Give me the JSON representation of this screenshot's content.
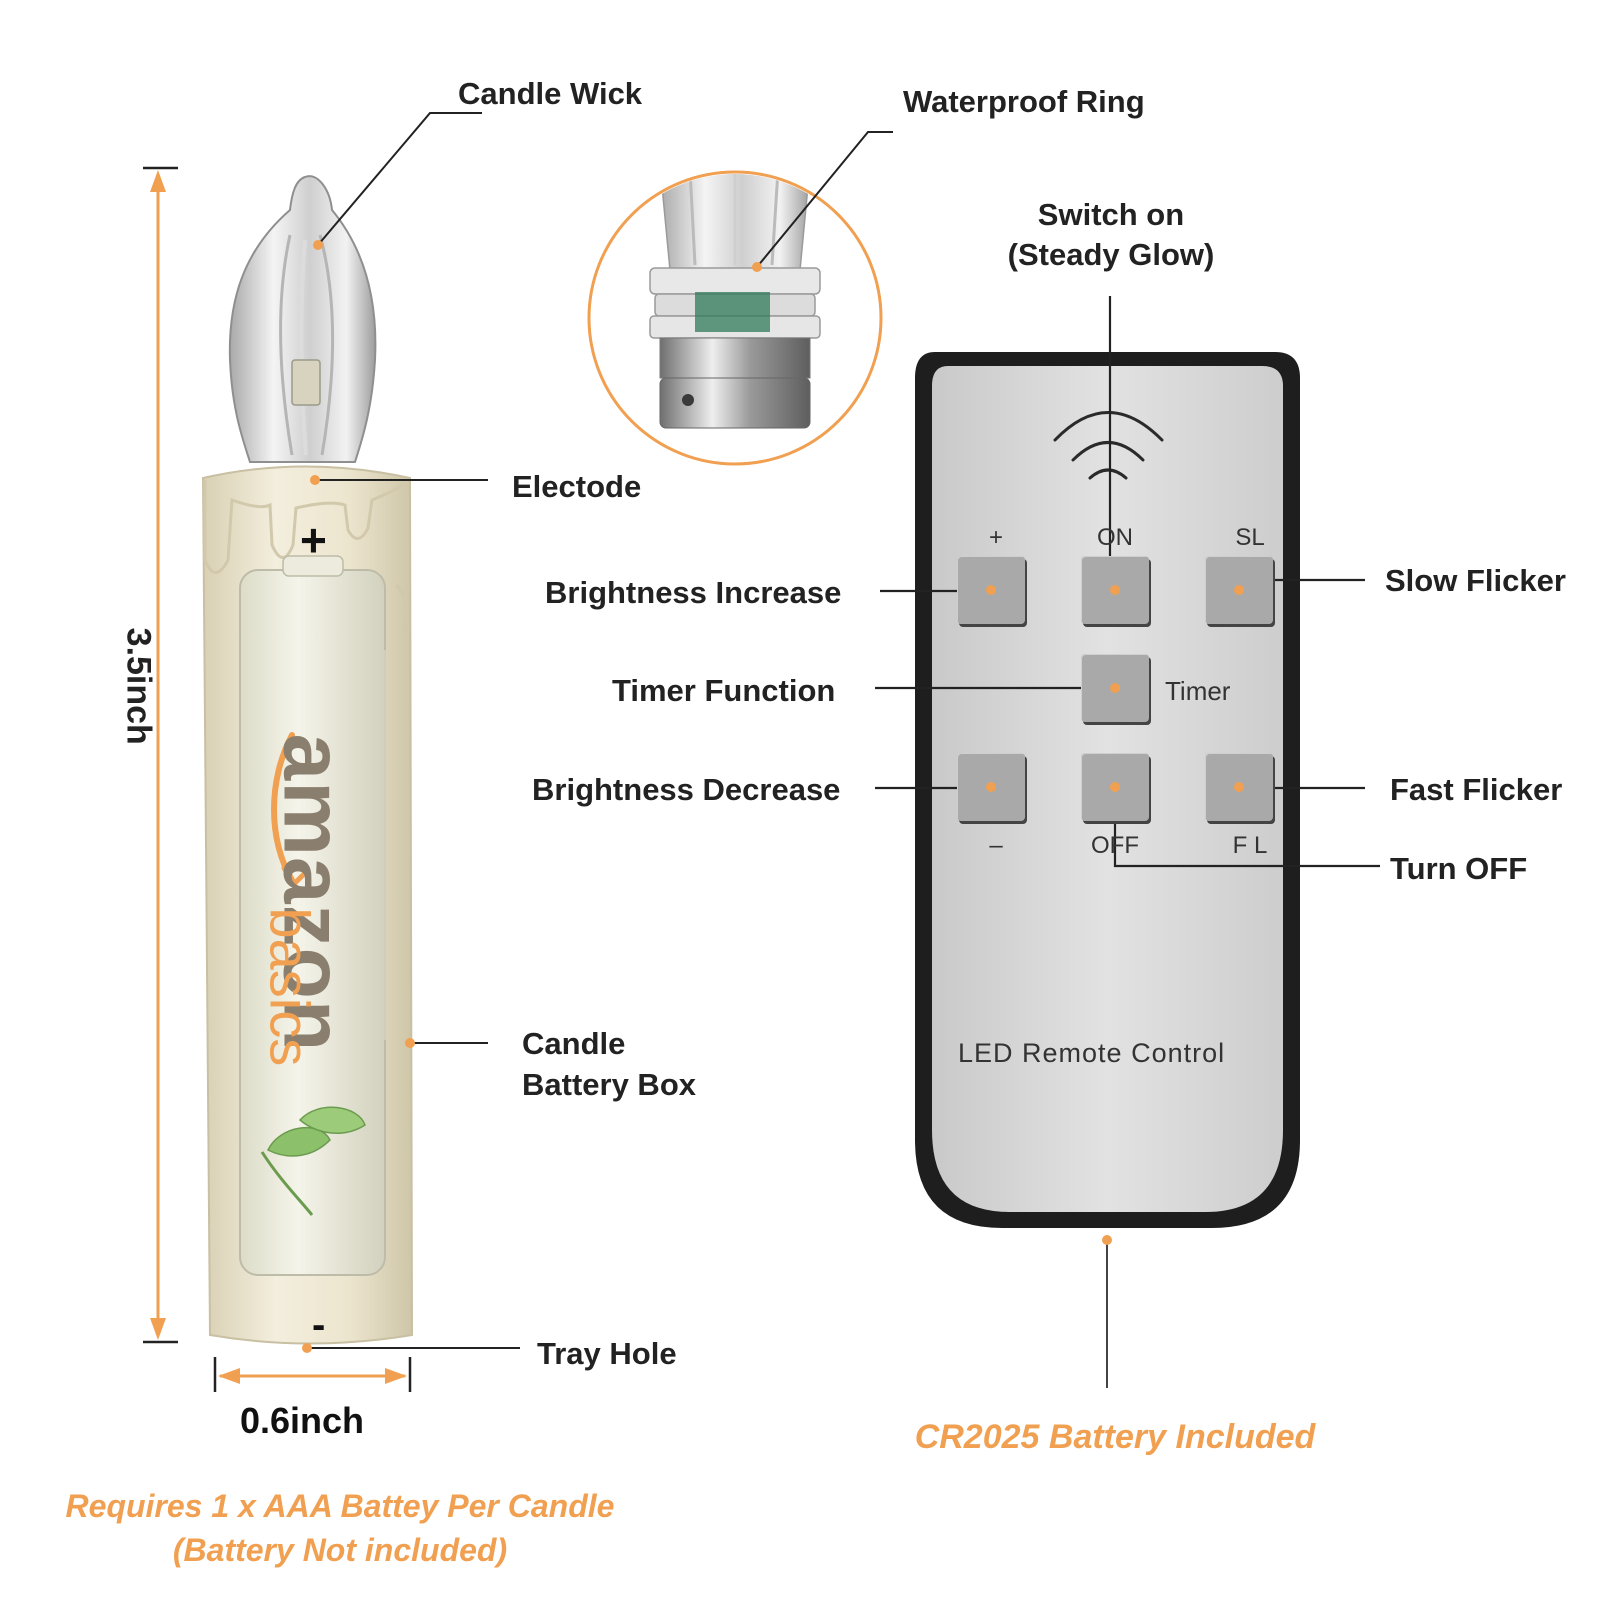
{
  "candle": {
    "labels": {
      "wick": "Candle Wick",
      "electrode": "Electode",
      "battery_box_line1": "Candle",
      "battery_box_line2": "Battery Box",
      "tray_hole": "Tray Hole"
    },
    "plus_sign": "+",
    "minus_sign": "-",
    "height": "3.5inch",
    "width": "0.6inch",
    "battery_brand": "amazon",
    "battery_brand_sub": "basics",
    "requirement_line1": "Requires 1 x AAA Battey Per Candle",
    "requirement_line2": "(Battery  Not included)"
  },
  "waterproof_ring": {
    "label": "Waterproof Ring"
  },
  "remote": {
    "switch_on_line1": "Switch on",
    "switch_on_line2": "(Steady Glow)",
    "buttons": {
      "plus": "+",
      "on": "ON",
      "sl": "SL",
      "timer": "Timer",
      "minus": "–",
      "off": "OFF",
      "fl": "F L"
    },
    "callouts": {
      "brightness_increase": "Brightness Increase",
      "slow_flicker": "Slow Flicker",
      "timer_function": "Timer Function",
      "brightness_decrease": "Brightness Decrease",
      "fast_flicker": "Fast Flicker",
      "turn_off": "Turn OFF"
    },
    "model_text": "LED  Remote  Control",
    "battery_note": "CR2025 Battery Included"
  },
  "colors": {
    "accent_orange": "#f0a050",
    "candle_ivory": "#ede6cf",
    "remote_body": "#d5d5d5",
    "remote_frame": "#222222",
    "button_grey": "#a9a9a9"
  },
  "icons": [
    "wireless-signal-icon",
    "dimension-arrow-icon"
  ]
}
